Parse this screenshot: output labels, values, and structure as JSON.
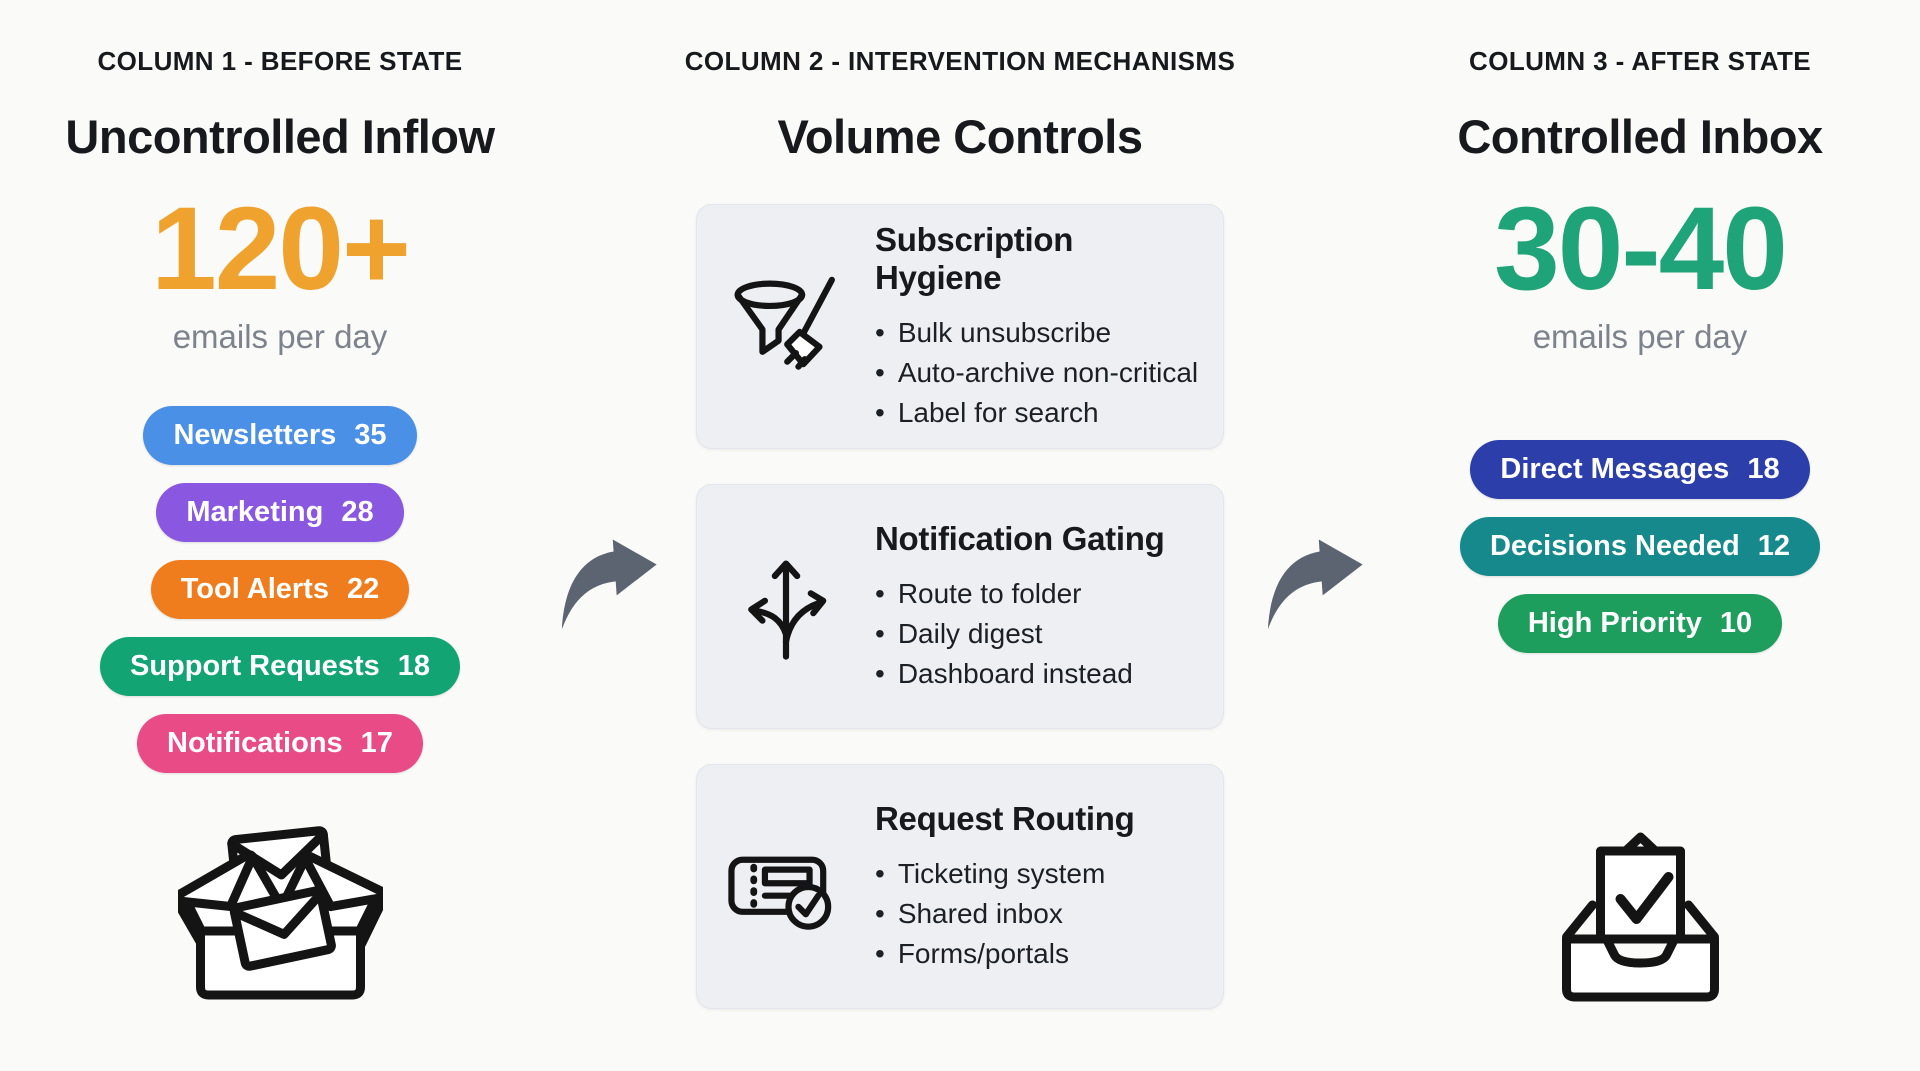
{
  "arrow_color": "#5b6470",
  "columns": {
    "before": {
      "kicker": "COLUMN 1 - BEFORE STATE",
      "title": "Uncontrolled Inflow",
      "metric": "120+",
      "metric_color": "#efa32e",
      "metric_caption": "emails per day",
      "pills": [
        {
          "label": "Newsletters",
          "count": "35",
          "color": "#4a90e6"
        },
        {
          "label": "Marketing",
          "count": "28",
          "color": "#8a58e0"
        },
        {
          "label": "Tool Alerts",
          "count": "22",
          "color": "#ef7d1d"
        },
        {
          "label": "Support Requests",
          "count": "18",
          "color": "#13a474"
        },
        {
          "label": "Notifications",
          "count": "17",
          "color": "#e94b87"
        }
      ],
      "icon": "overflowing-inbox"
    },
    "interventions": {
      "kicker": "COLUMN 2 - INTERVENTION MECHANISMS",
      "title": "Volume Controls",
      "cards": [
        {
          "icon": "funnel-broom",
          "title": "Subscription Hygiene",
          "bullets": [
            "Bulk unsubscribe",
            "Auto-archive non-critical",
            "Label for search"
          ]
        },
        {
          "icon": "three-way-arrows",
          "title": "Notification Gating",
          "bullets": [
            "Route to folder",
            "Daily digest",
            "Dashboard instead"
          ]
        },
        {
          "icon": "ticket-check",
          "title": "Request Routing",
          "bullets": [
            "Ticketing system",
            "Shared inbox",
            "Forms/portals"
          ]
        }
      ]
    },
    "after": {
      "kicker": "COLUMN 3 - AFTER STATE",
      "title": "Controlled Inbox",
      "metric": "30-40",
      "metric_color": "#1ea478",
      "metric_caption": "emails per day",
      "pills": [
        {
          "label": "Direct Messages",
          "count": "18",
          "color": "#2b3ea9"
        },
        {
          "label": "Decisions Needed",
          "count": "12",
          "color": "#15898b"
        },
        {
          "label": "High Priority",
          "count": "10",
          "color": "#1e9e5c"
        }
      ],
      "icon": "inbox-check"
    }
  }
}
